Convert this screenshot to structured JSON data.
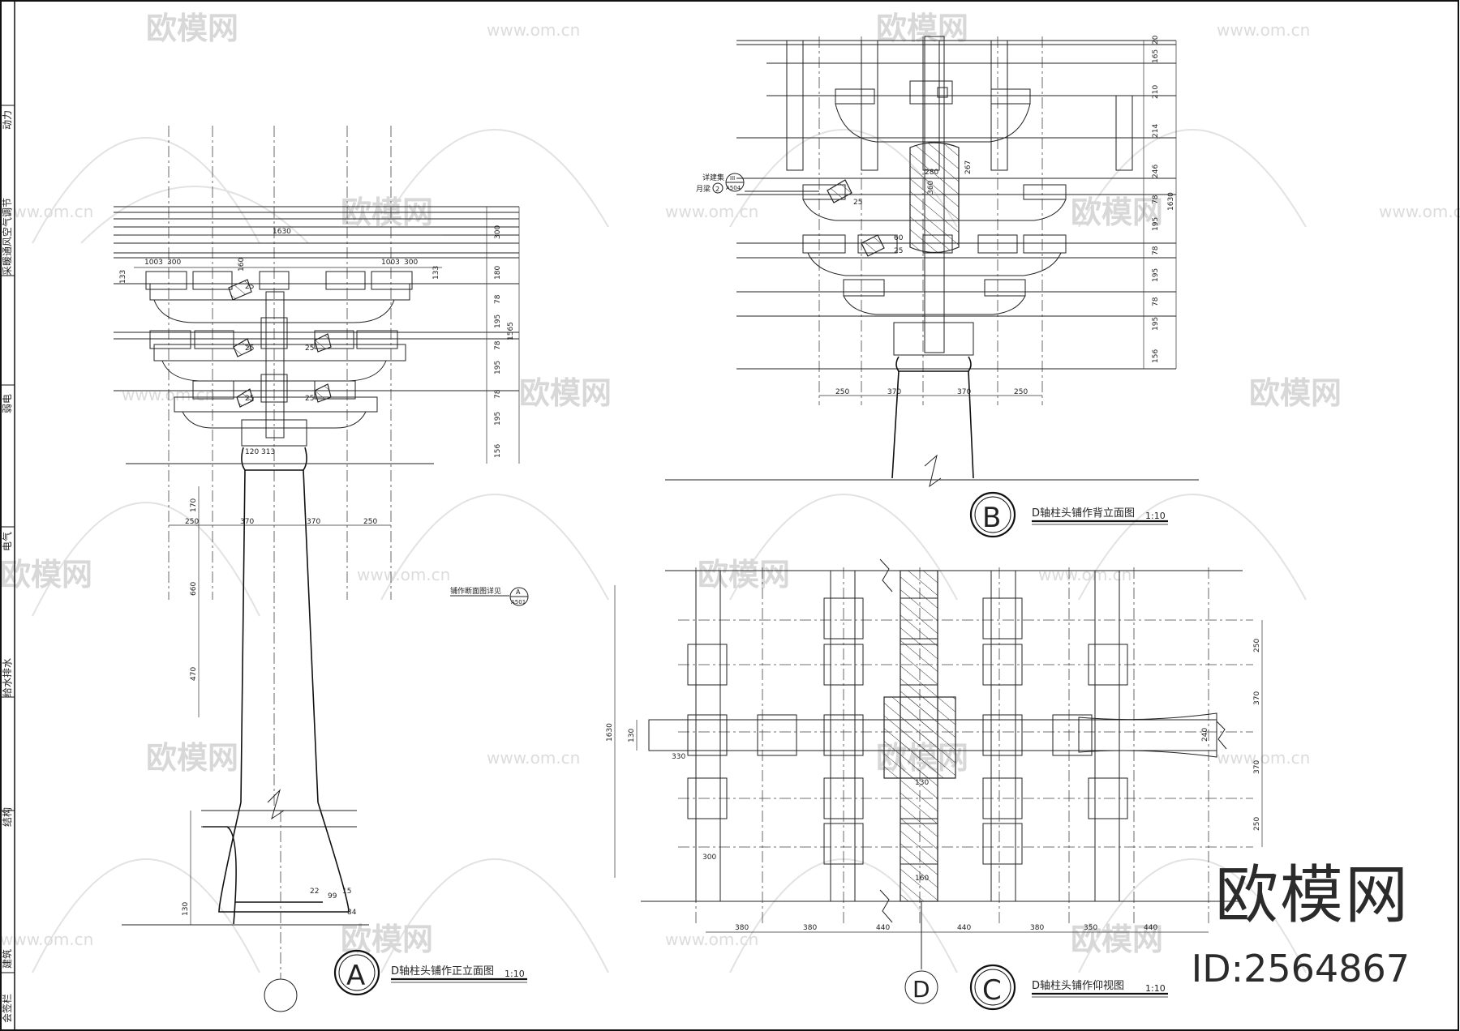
{
  "sidebar": {
    "cells": [
      "动力",
      "采暖通风空气调节",
      "弱电",
      "电气",
      "给水排水",
      "结构",
      "建筑",
      "会签栏"
    ]
  },
  "drawings": {
    "a": {
      "letter": "A",
      "title": "D轴柱头铺作正立面图",
      "scale": "1:10",
      "dims_top": [
        "1630",
        "1003",
        "300",
        "1003",
        "300",
        "133",
        "133"
      ],
      "dims_right": [
        "300",
        "180",
        "78",
        "195",
        "78",
        "195",
        "78",
        "195",
        "156",
        "1565"
      ],
      "dims_bottom": [
        "250",
        "370",
        "370",
        "250"
      ],
      "dims_left": [
        "170",
        "660",
        "470",
        "130"
      ],
      "dims_misc": [
        "160",
        "25",
        "25",
        "25",
        "25",
        "25",
        "22",
        "99",
        "15",
        "84",
        "120",
        "313"
      ],
      "ref_text": "铺作断面图详见",
      "ref_top": "A",
      "ref_bottom": "A501"
    },
    "b": {
      "letter": "B",
      "title": "D轴柱头铺作背立面图",
      "scale": "1:10",
      "dims_right": [
        "20",
        "165",
        "210",
        "214",
        "246",
        "78",
        "195",
        "78",
        "195",
        "78",
        "195",
        "156"
      ],
      "dims_total": "1630",
      "dims_bottom": [
        "250",
        "370",
        "370",
        "250"
      ],
      "dims_misc": [
        "280",
        "360",
        "267",
        "25",
        "25",
        "60"
      ],
      "ref_text_1": "详建集",
      "ref_text_2": "月梁",
      "ref_num": "2",
      "ref_top": "III",
      "ref_bottom": "A504"
    },
    "c": {
      "letter": "C",
      "letter_d": "D",
      "title": "D轴柱头铺作仰视图",
      "scale": "1:10",
      "dims_bottom": [
        "380",
        "380",
        "440",
        "440",
        "380",
        "350",
        "440"
      ],
      "dims_right": [
        "250",
        "370",
        "370",
        "250"
      ],
      "dims_left": "1630",
      "dims_misc": [
        "130",
        "330",
        "300",
        "130",
        "160",
        "240"
      ]
    }
  },
  "watermark": {
    "logo": "欧模网",
    "url": "www.om.cn"
  },
  "brand": {
    "name": "欧模网",
    "id": "ID:2564867"
  }
}
